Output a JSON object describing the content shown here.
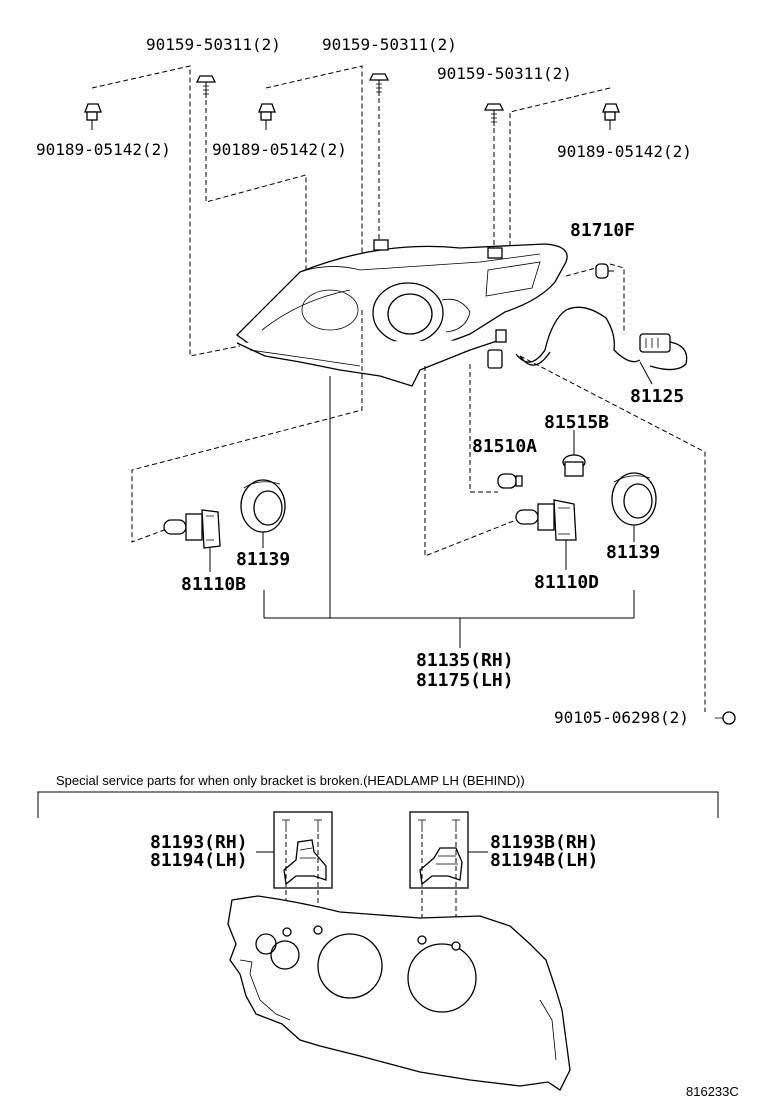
{
  "callouts": {
    "bolt_1": "90159-50311(2)",
    "bolt_2": "90159-50311(2)",
    "bolt_3": "90159-50311(2)",
    "nut_1": "90189-05142(2)",
    "nut_2": "90189-05142(2)",
    "nut_3": "90189-05142(2)",
    "bulb_side": "81710F",
    "socket_wire": "81125",
    "socket": "81515B",
    "wedge_bulb": "81510A",
    "cover_left": "81139",
    "cover_right": "81139",
    "bulb_low": "81110B",
    "bulb_high": "81110D",
    "assy_rh": "81135(RH)",
    "assy_lh": "81175(LH)",
    "screw": "90105-06298(2)"
  },
  "bracket_section": {
    "note": "Special service parts for when only bracket is broken.(HEADLAMP LH (BEHIND))",
    "kit_a_rh": "81193(RH)",
    "kit_a_lh": "81194(LH)",
    "kit_b_rh": "81193B(RH)",
    "kit_b_lh": "81194B(LH)"
  },
  "figure_code": "816233C"
}
